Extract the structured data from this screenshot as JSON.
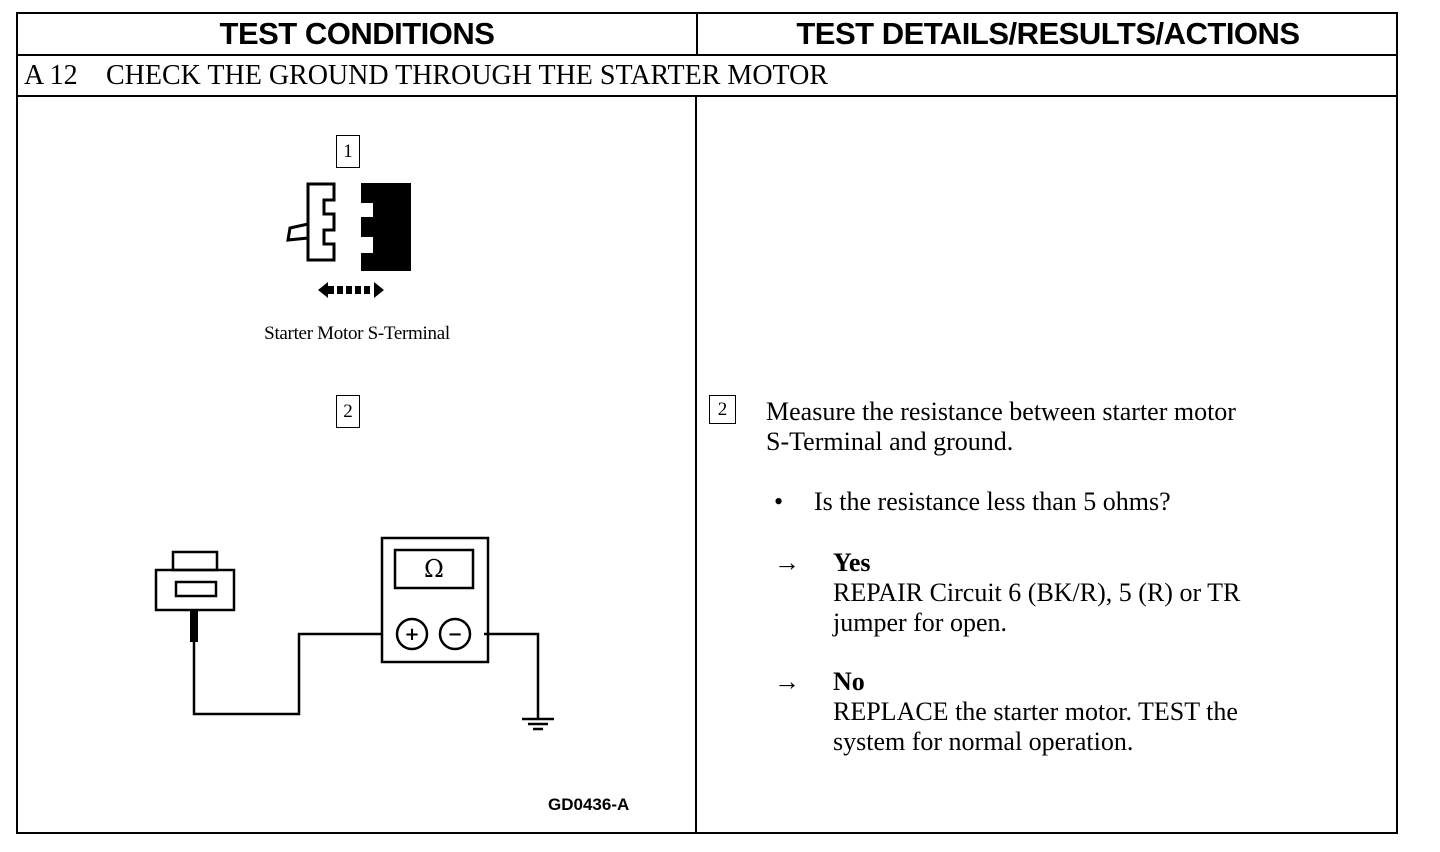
{
  "header": {
    "left_title": "TEST CONDITIONS",
    "right_title": "TEST DETAILS/RESULTS/ACTIONS"
  },
  "step": {
    "number": "A 12",
    "title": "CHECK THE GROUND THROUGH THE STARTER MOTOR"
  },
  "left": {
    "box1": "1",
    "caption": "Starter Motor S-Terminal",
    "box2": "2",
    "meter_symbol": "Ω",
    "plus_symbol": "+",
    "minus_symbol": "−",
    "figure_code": "GD0436-A"
  },
  "right": {
    "step_box": "2",
    "instruction_line1": "Measure the resistance between starter motor",
    "instruction_line2": "S-Terminal and ground.",
    "bullet_symbol": "•",
    "question": "Is the resistance less than 5 ohms?",
    "arrow_symbol": "→",
    "yes_label": "Yes",
    "yes_line1": "REPAIR Circuit 6 (BK/R), 5 (R) or TR",
    "yes_line2": "jumper for open.",
    "no_label": "No",
    "no_line1": "REPLACE the starter motor. TEST the",
    "no_line2": "system for normal operation."
  }
}
